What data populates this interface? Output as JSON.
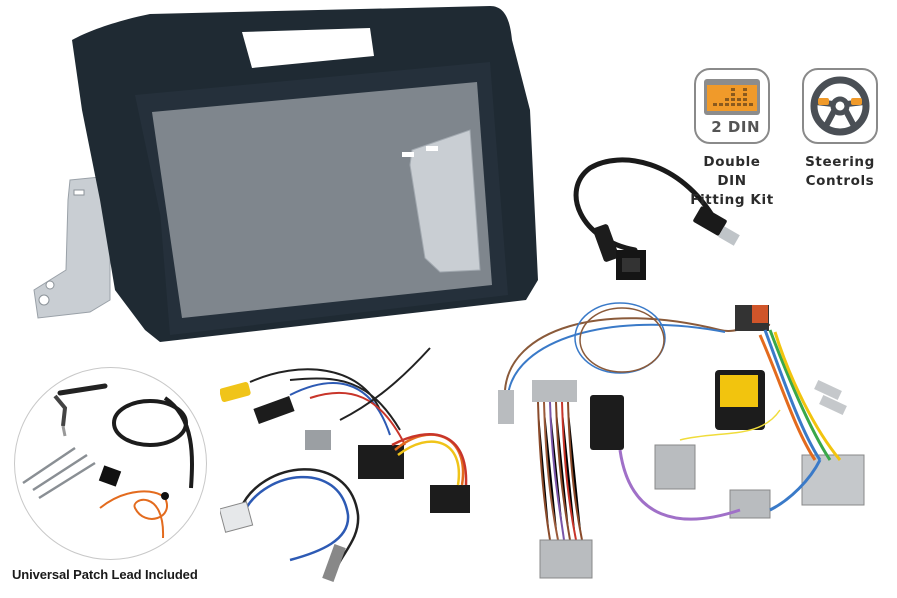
{
  "product": {
    "type": "Double DIN stereo fitting kit with steering control interface"
  },
  "badges": [
    {
      "icon": "double-din-icon",
      "icon_text": "2 DIN",
      "label_line1": "Double DIN",
      "label_line2": "Fitting Kit"
    },
    {
      "icon": "steering-wheel-icon",
      "label_line1": "Steering",
      "label_line2": "Controls"
    }
  ],
  "caption": "Universal Patch Lead Included",
  "colors": {
    "fascia": "#1f2a33",
    "accent_orange": "#f09a2a",
    "icon_gray": "#4a4f55",
    "badge_border": "#8a8a8a",
    "bracket_metal": "#c7cdd3"
  }
}
